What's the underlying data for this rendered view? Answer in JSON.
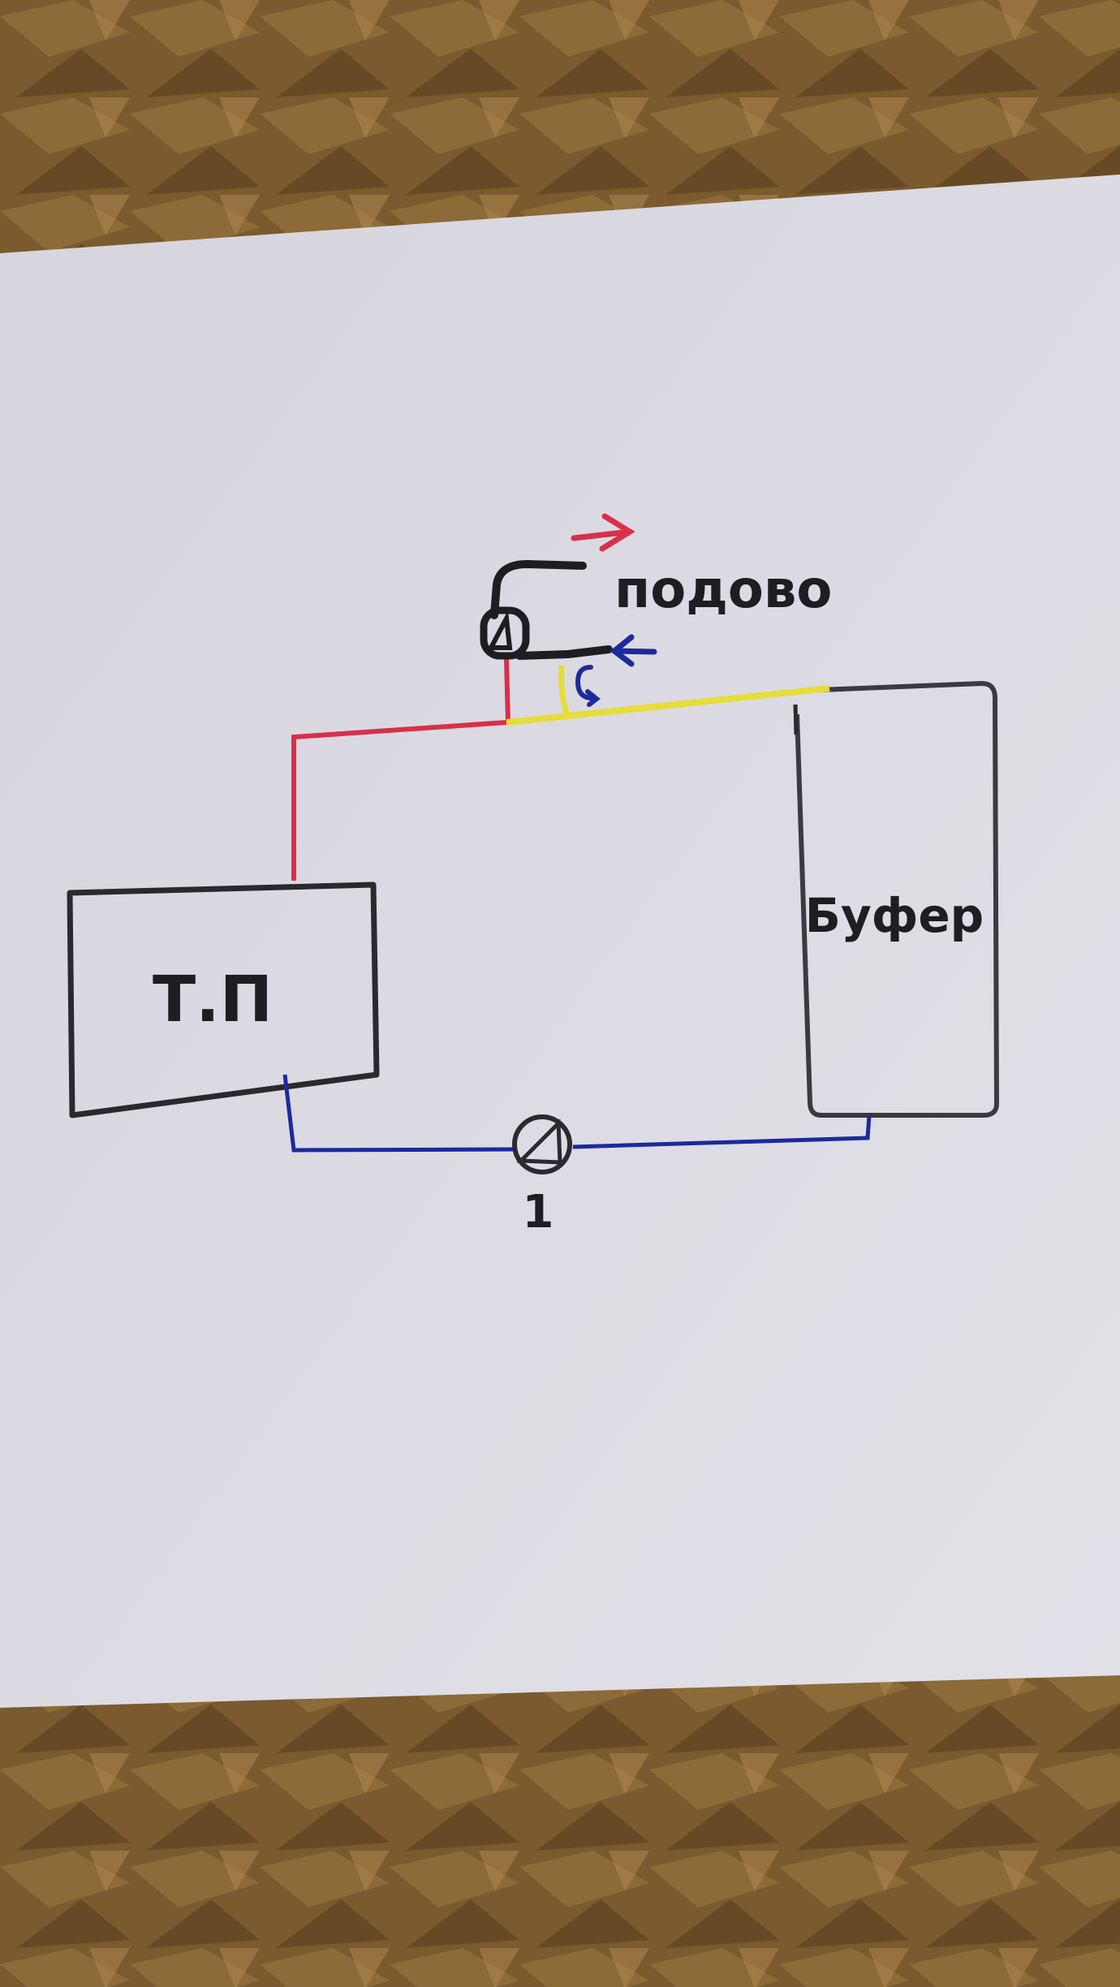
{
  "labels": {
    "heat_pump": "Т.П",
    "buffer": "Буфер",
    "floor_heating": "подово",
    "pump_1": "1"
  },
  "colors": {
    "supply": "#d8304a",
    "return": "#1c2a9c",
    "mixed": "#e6dc3a",
    "ink": "#1e1e22",
    "paper": "#dcdbe3",
    "wood": "#7a5a2e"
  },
  "icons": [
    "pump-icon",
    "arrow-right-icon",
    "arrow-left-icon",
    "curved-arrow-icon"
  ]
}
